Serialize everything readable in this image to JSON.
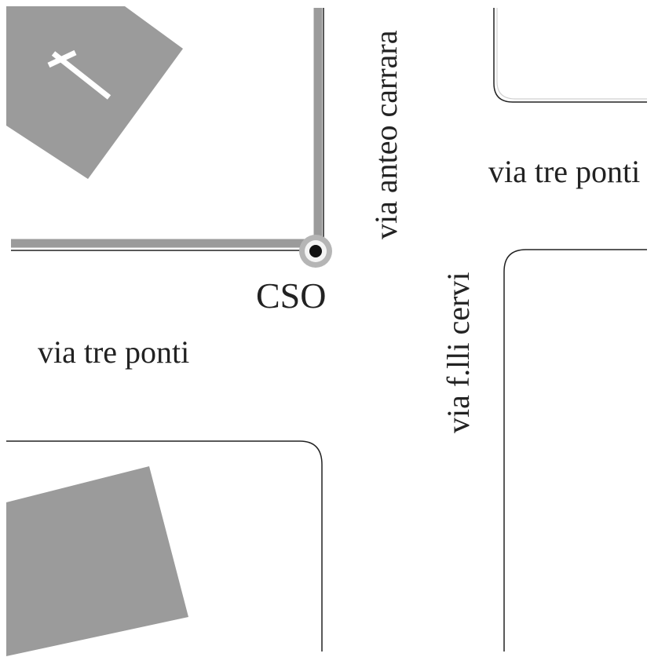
{
  "streets": {
    "north_south_upper": "via anteo carrara",
    "north_south_lower": "via f.lli cervi",
    "east_west_right": "via tre ponti",
    "east_west_left": "via tre ponti"
  },
  "marker": {
    "label": "CSO"
  },
  "icons": {
    "church": "cross-icon",
    "marker": "location-dot-icon"
  },
  "colors": {
    "building": "#9b9b9b",
    "curb": "#222222",
    "wall": "#9b9b9b",
    "marker_center": "#111111"
  }
}
